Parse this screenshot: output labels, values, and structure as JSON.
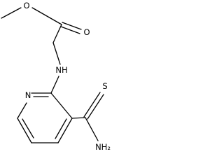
{
  "molecule": {
    "atom_labels": {
      "ester_oxygen": "O",
      "carbonyl_oxygen": "O",
      "amine_nitrogen": "NH",
      "pyridine_nitrogen": "N",
      "thione_sulfur": "S",
      "amide_nitrogen": "NH₂"
    }
  }
}
